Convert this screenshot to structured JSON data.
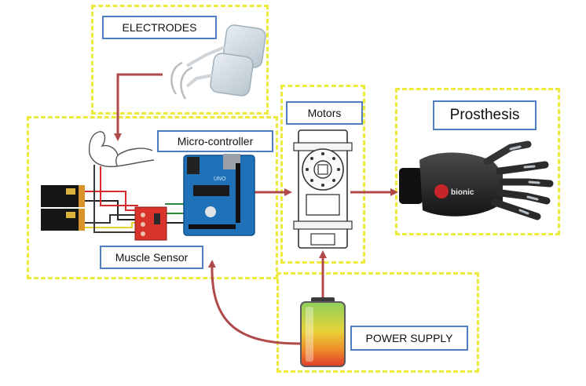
{
  "labels": {
    "electrodes": "ELECTRODES",
    "motors": "Motors",
    "prosthesis": "Prosthesis",
    "micro_controller": "Micro-controller",
    "muscle_sensor": "Muscle Sensor",
    "power_supply": "POWER SUPPLY"
  },
  "colors": {
    "zone_border": "#ecea3a",
    "label_border": "#4f7fc0",
    "arrow": "#b04a4a",
    "board": "#1f72b8",
    "sensor": "#d8342b"
  },
  "board_text": "UNO",
  "hand_brand": "bionic"
}
